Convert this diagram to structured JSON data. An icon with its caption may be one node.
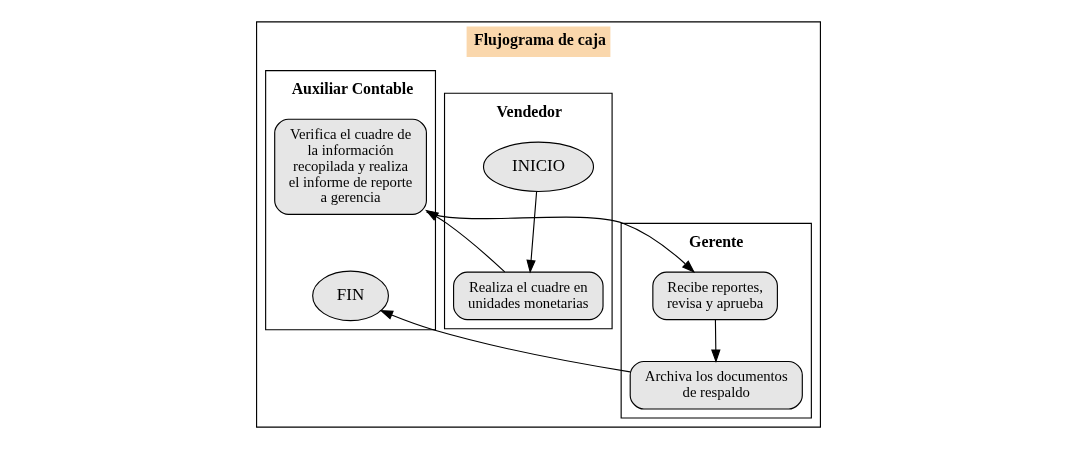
{
  "diagram": {
    "nodes": [
      {
        "text": [
          "Flujograma de caja"
        ]
      },
      {
        "text": [
          "Vendedor"
        ],
        "in": 0
      },
      {
        "text": [
          "Auxiliar Contable"
        ],
        "in": 0
      },
      {
        "text": [
          "Gerente"
        ],
        "in": 0
      },
      {
        "text": [
          "INICIO"
        ],
        "in": 1
      },
      {
        "text": [
          "Realiza el cuadre en unidades monetarias"
        ],
        "in": 1
      },
      {
        "text": [
          "Verifica el cuadre de la información recopilada y realiza el informe de reporte a gerencia"
        ],
        "in": 2
      },
      {
        "text": [
          "FIN"
        ],
        "in": 2
      },
      {
        "text": [
          "Recibe reportes, revisa y aprueba"
        ],
        "in": 3
      },
      {
        "text": [
          "Archiva los documentos de respaldo"
        ],
        "in": 3
      }
    ],
    "edges": [
      {
        "from": 4,
        "to": 5,
        "arrow": "to"
      },
      {
        "from": 5,
        "to": 6,
        "arrow": "to"
      },
      {
        "from": 6,
        "to": 8,
        "arrow": "to"
      },
      {
        "from": 8,
        "to": 9,
        "arrow": "to"
      },
      {
        "from": 9,
        "to": 7,
        "arrow": "to"
      }
    ]
  }
}
